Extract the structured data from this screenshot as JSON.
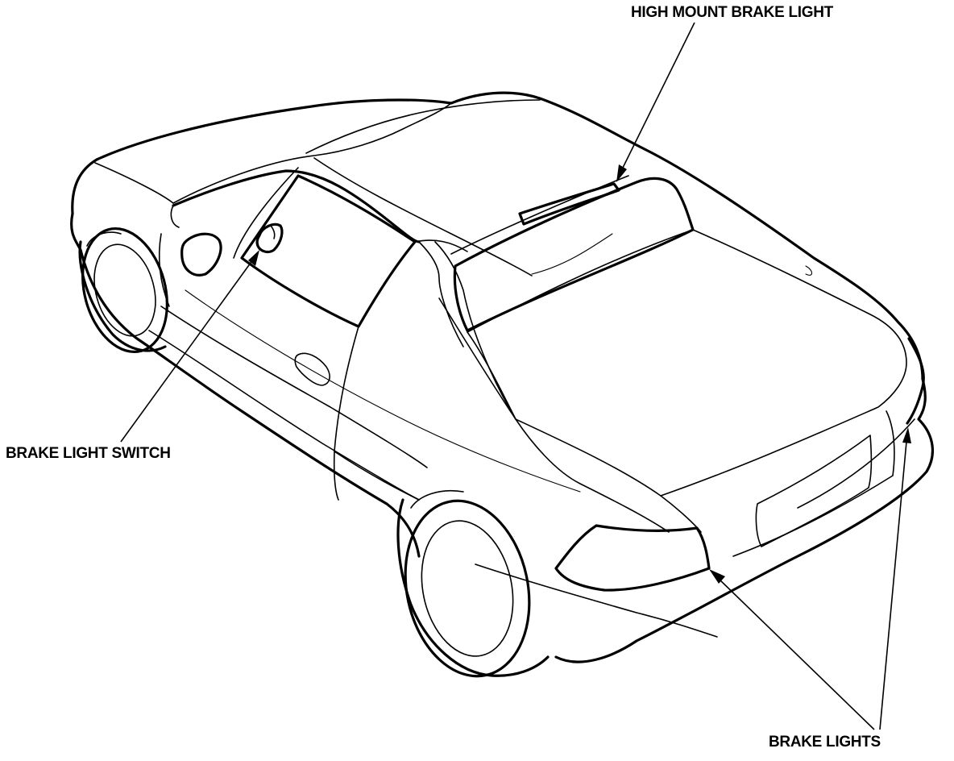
{
  "labels": {
    "high_mount_brake_light": "HIGH MOUNT BRAKE LIGHT",
    "brake_light_switch": "BRAKE LIGHT SWITCH",
    "brake_lights": "BRAKE LIGHTS"
  }
}
